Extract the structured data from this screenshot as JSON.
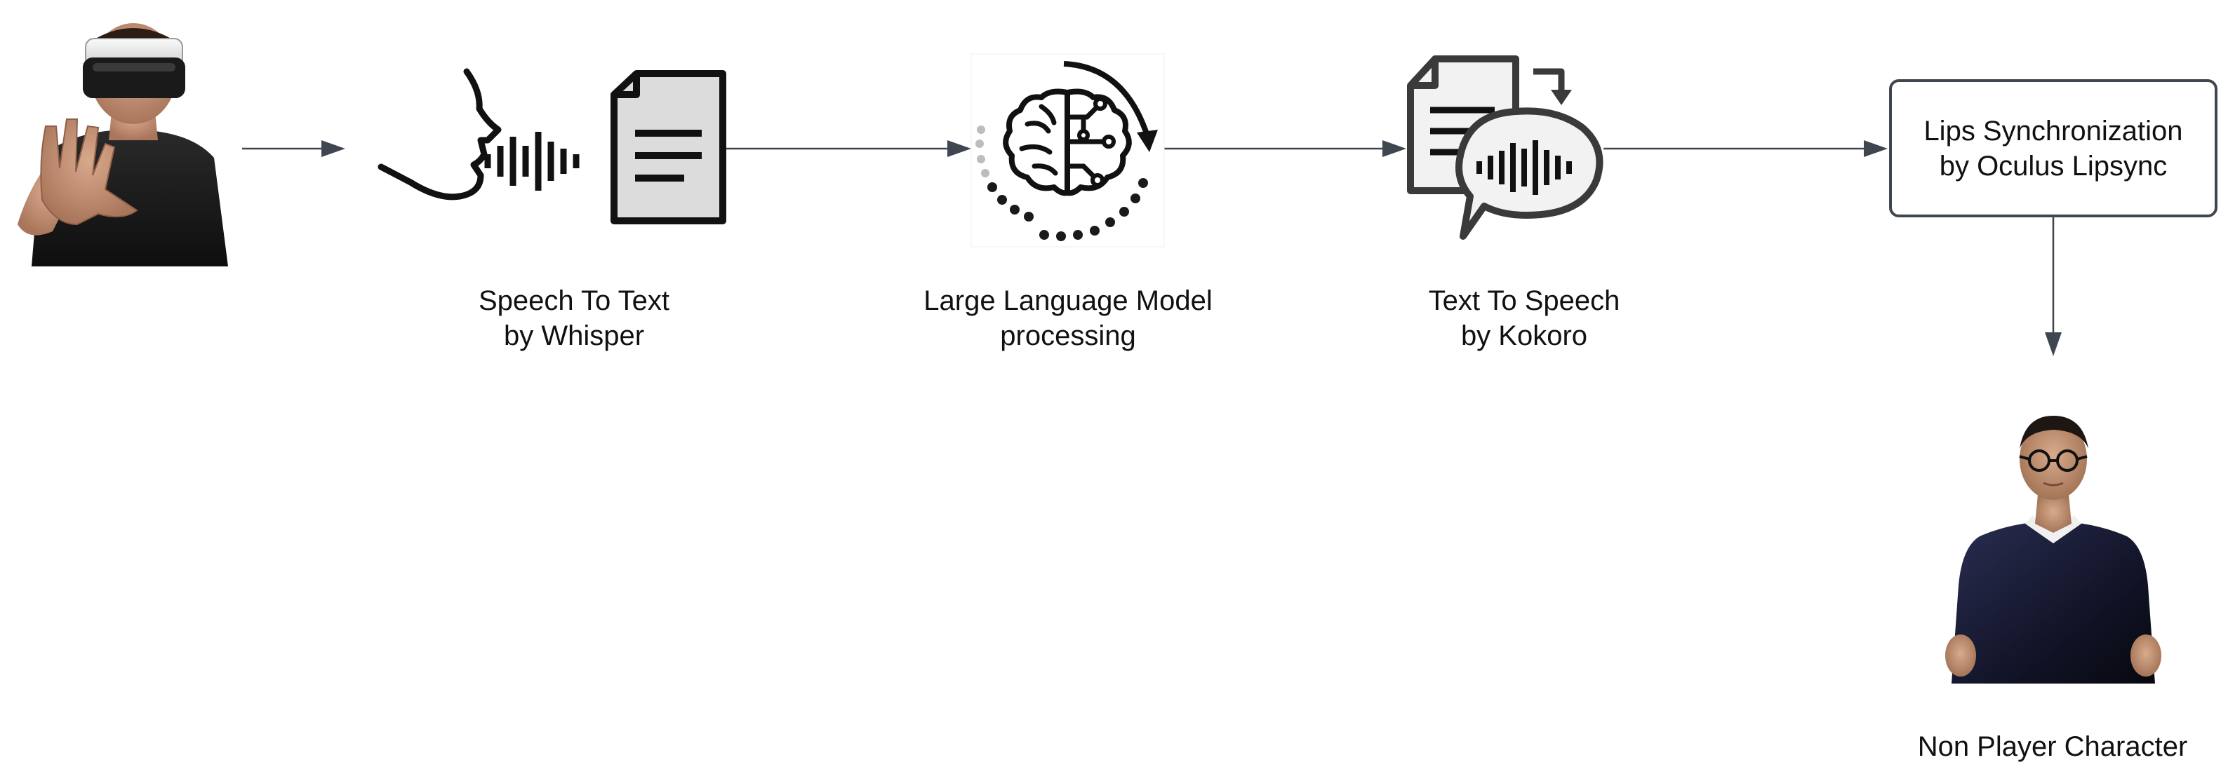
{
  "nodes": {
    "user": {
      "icon": "vr-headset-user-icon"
    },
    "speech_to_text": {
      "icon": "speech-to-text-icon",
      "label_line1": "Speech To Text",
      "label_line2": "by Whisper"
    },
    "llm": {
      "icon": "brain-circuit-icon",
      "label_line1": "Large Language Model",
      "label_line2": "processing"
    },
    "text_to_speech": {
      "icon": "text-to-speech-icon",
      "label_line1": "Text To Speech",
      "label_line2": "by Kokoro"
    },
    "lipsync": {
      "label_line1": "Lips Synchronization",
      "label_line2": "by Oculus Lipsync"
    },
    "npc": {
      "icon": "npc-avatar-icon",
      "label": "Non Player Character"
    }
  },
  "edges": [
    {
      "from": "user",
      "to": "speech_to_text"
    },
    {
      "from": "speech_to_text",
      "to": "llm"
    },
    {
      "from": "llm",
      "to": "text_to_speech"
    },
    {
      "from": "text_to_speech",
      "to": "lipsync"
    },
    {
      "from": "lipsync",
      "to": "npc"
    }
  ],
  "colors": {
    "connector": "#3f4650",
    "icon": "#111111"
  }
}
